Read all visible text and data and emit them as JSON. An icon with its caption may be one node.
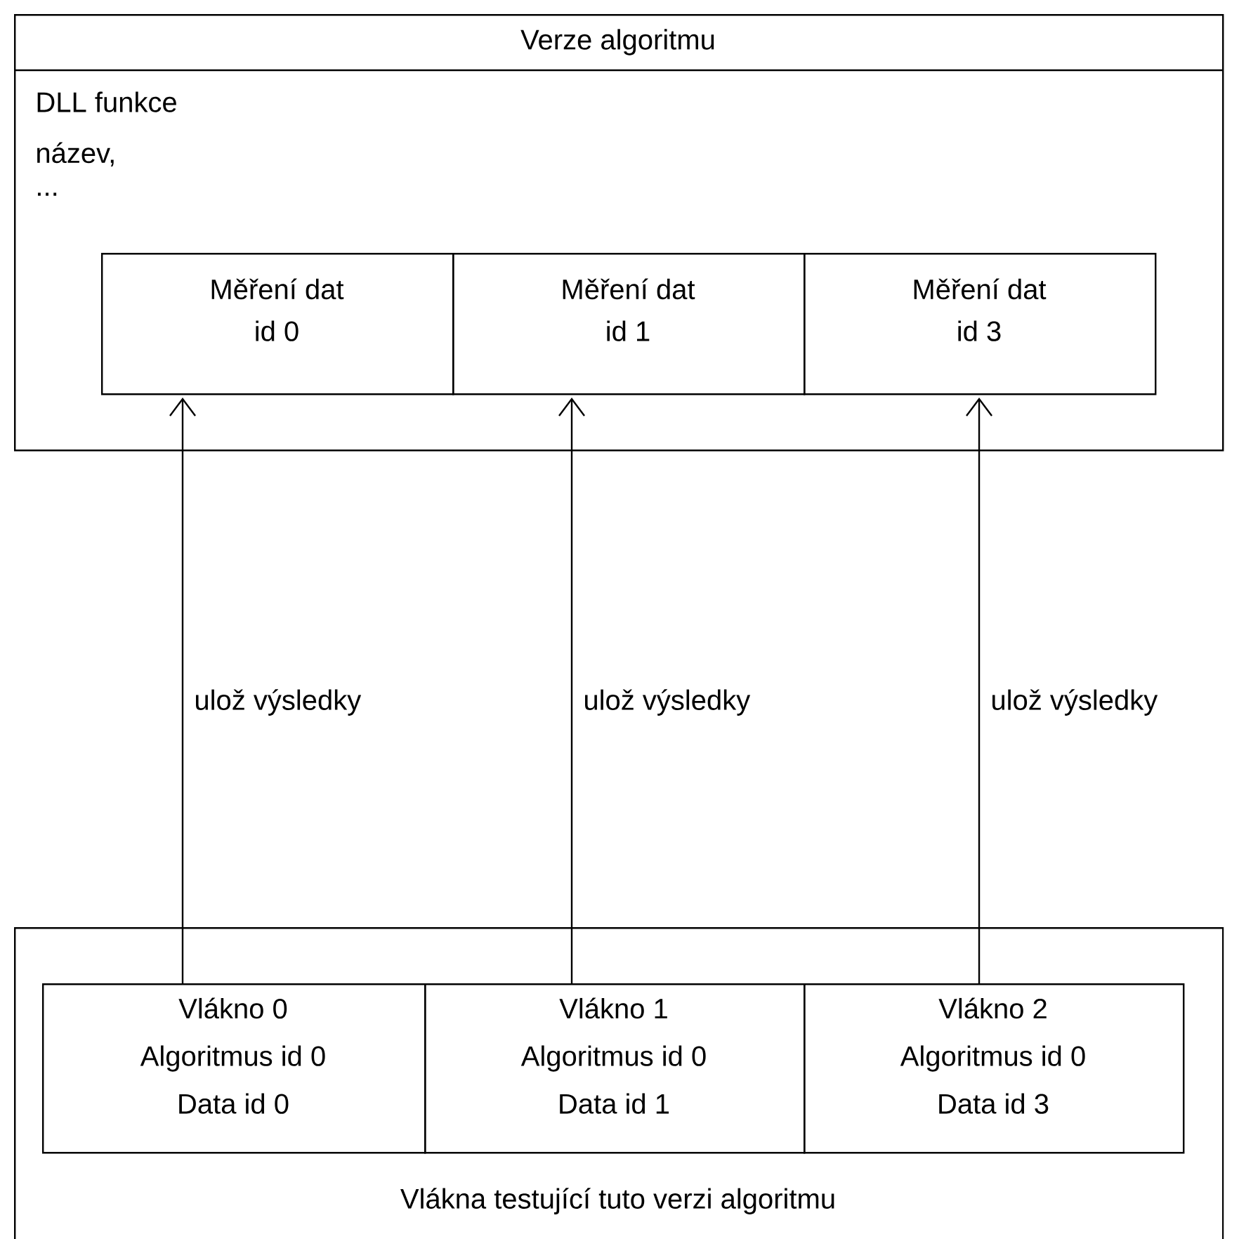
{
  "diagram": {
    "nodes": [
      {
        "text": [
          "Verze algoritmu",
          "DLL funkce",
          "název,",
          "..."
        ]
      },
      {
        "text": [
          "Měření dat",
          "id 0"
        ],
        "in": 0
      },
      {
        "text": [
          "Měření dat",
          "id 1"
        ],
        "in": 0
      },
      {
        "text": [
          "Měření dat",
          "id 3"
        ],
        "in": 0
      },
      {
        "text": [
          "Vlákna testující tuto verzi algoritmu"
        ]
      },
      {
        "text": [
          "Vlákno 0",
          "Algoritmus id 0",
          "Data id 0"
        ],
        "in": 4
      },
      {
        "text": [
          "Vlákno 1",
          "Algoritmus id 0",
          "Data id 1"
        ],
        "in": 4
      },
      {
        "text": [
          "Vlákno 2",
          "Algoritmus id 0",
          "Data id 3"
        ],
        "in": 4
      }
    ],
    "edges": [
      {
        "from": 5,
        "to": 1,
        "arrow": "to",
        "label": "ulož výsledky"
      },
      {
        "from": 6,
        "to": 2,
        "arrow": "to",
        "label": "ulož výsledky"
      },
      {
        "from": 7,
        "to": 3,
        "arrow": "to",
        "label": "ulož výsledky"
      }
    ]
  }
}
